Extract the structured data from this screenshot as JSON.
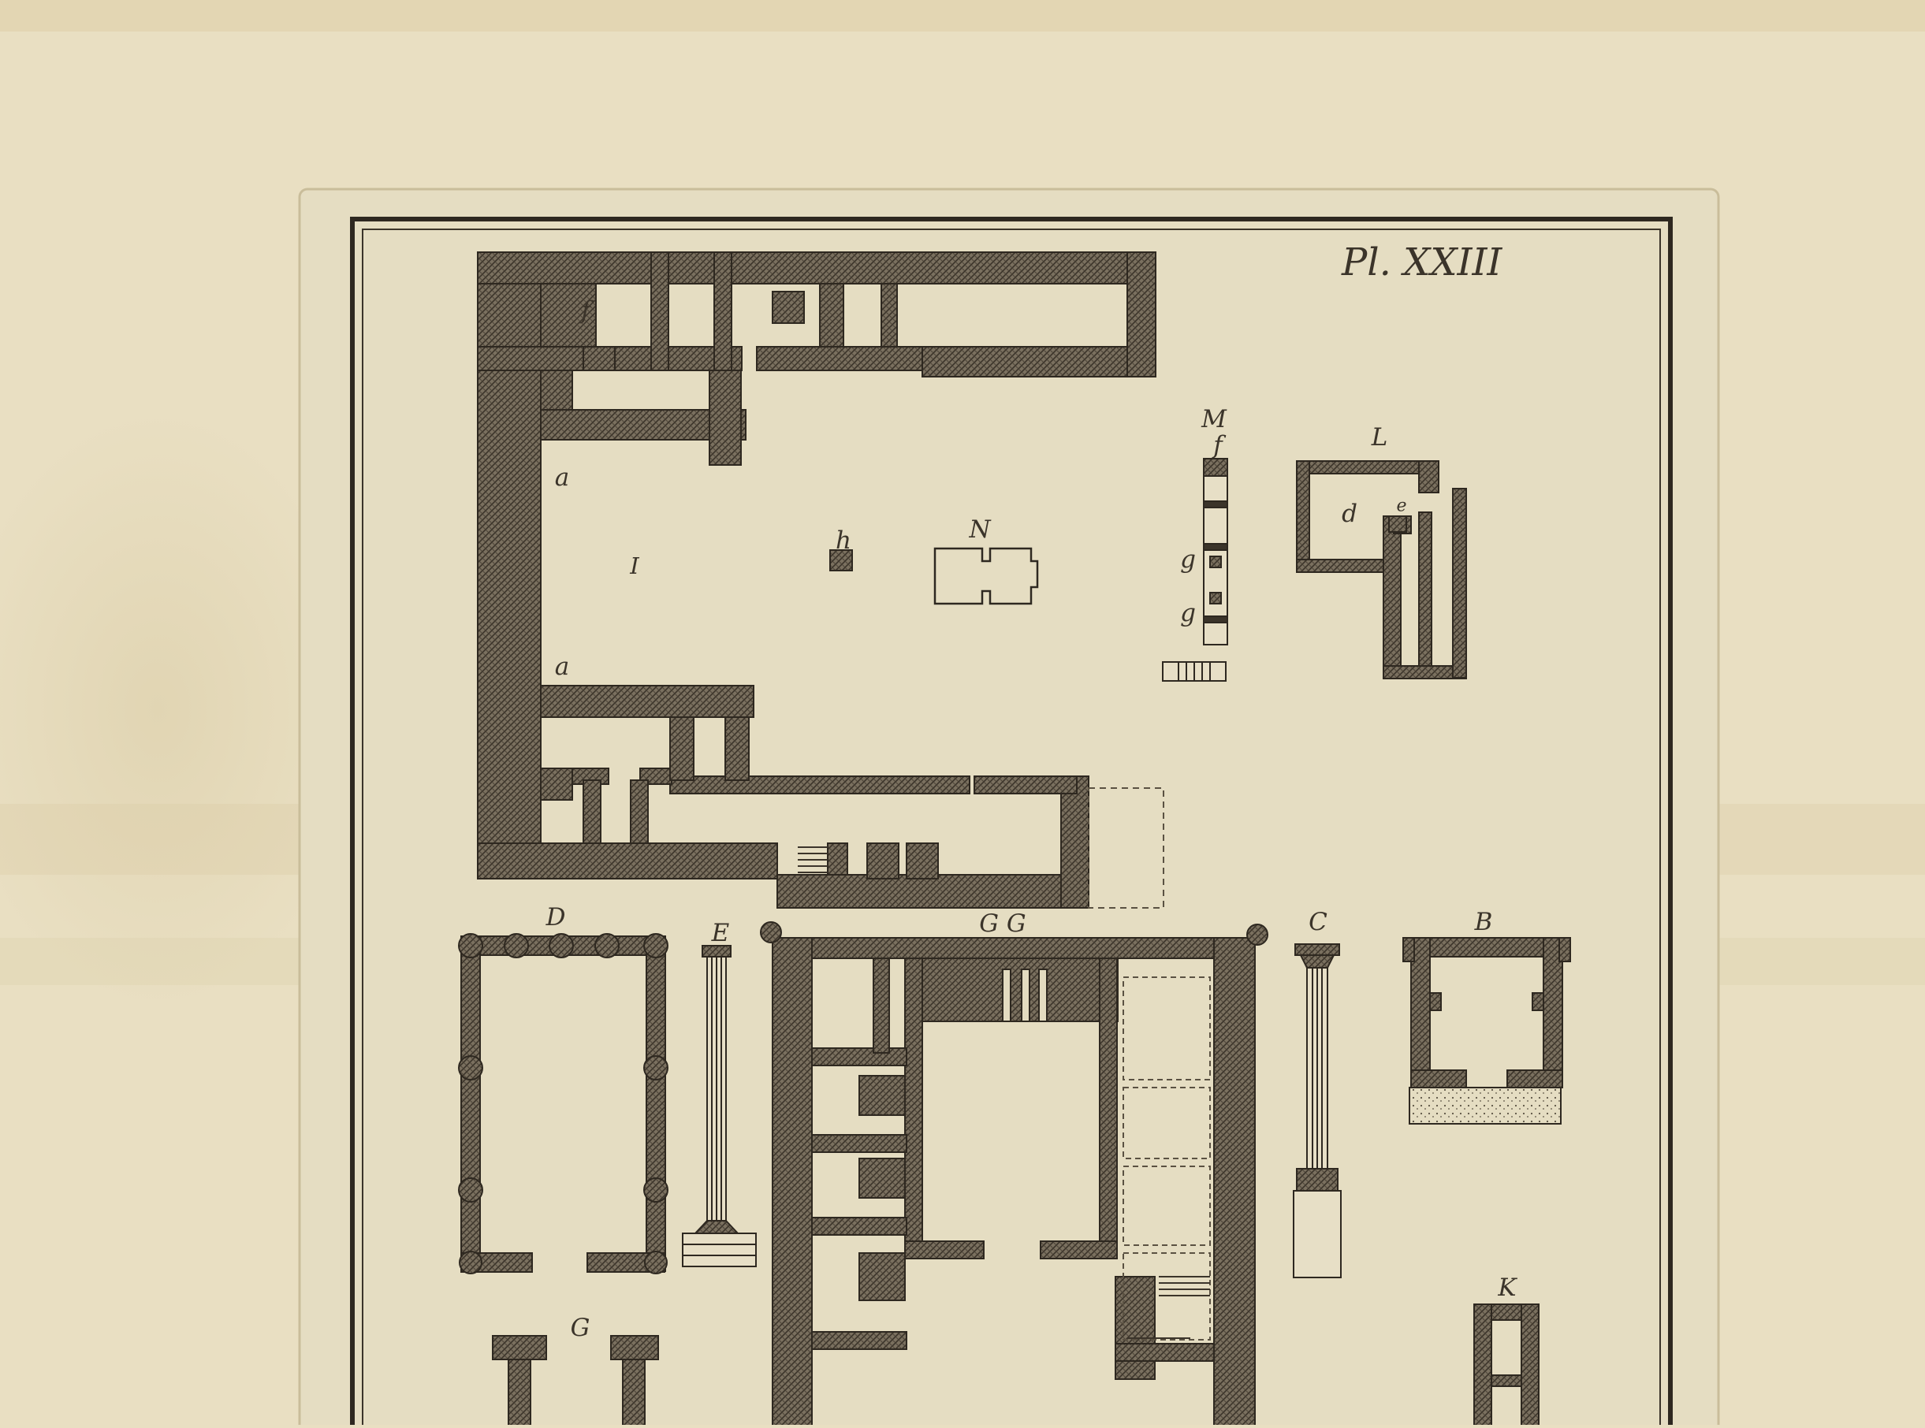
{
  "plate": {
    "title": "Pl. XXIII",
    "labels": {
      "I": "I",
      "N": "N",
      "h": "h",
      "M": "M",
      "L": "L",
      "d": "d",
      "e": "e",
      "a1": "a",
      "a2": "a",
      "f1": "f",
      "f2": "f",
      "g1": "g",
      "g2": "g",
      "D": "D",
      "E": "E",
      "GG": "G G",
      "C": "C",
      "B": "B",
      "K": "K",
      "G": "G"
    }
  },
  "colors": {
    "paper": "#e9dfc2",
    "plate_paper": "#e3dbc0",
    "ink": "#3b342a",
    "wall_fill": "#6e6455"
  }
}
